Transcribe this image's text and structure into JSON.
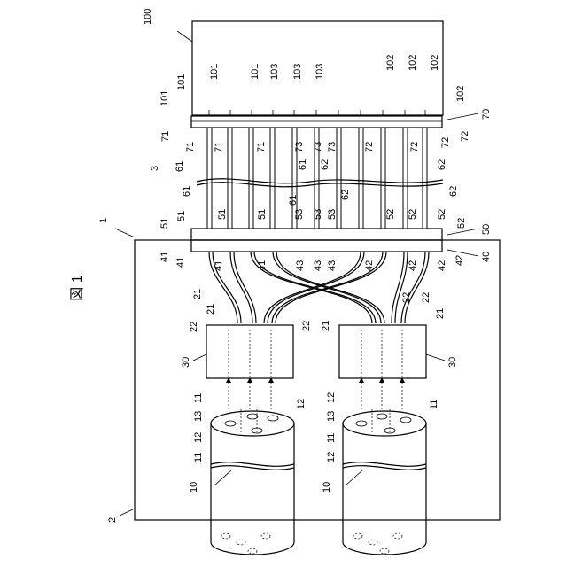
{
  "figure": {
    "title": "図 1",
    "ref_system": "1",
    "ref_substrate": "2",
    "ref_cable_group": "3",
    "ref_cable_a": "10",
    "ref_cable_b": "10",
    "ref_box_a": "30",
    "ref_box_b": "30",
    "ref_conn_40": "40",
    "ref_conn_50": "50",
    "ref_conn_70": "70",
    "ref_device": "100",
    "top_labels": [
      "101",
      "101",
      "101",
      "101",
      "103",
      "103",
      "103",
      "102",
      "102",
      "102",
      "102"
    ],
    "label_71": "71",
    "label_72": "72",
    "label_73": "73",
    "label_61": "61",
    "label_62": "62",
    "label_51": "51",
    "label_52": "52",
    "label_53": "53",
    "label_41": "41",
    "label_42": "42",
    "label_43": "43",
    "label_21": "21",
    "label_22": "22",
    "label_11": "11",
    "label_12": "12",
    "label_13": "13"
  }
}
